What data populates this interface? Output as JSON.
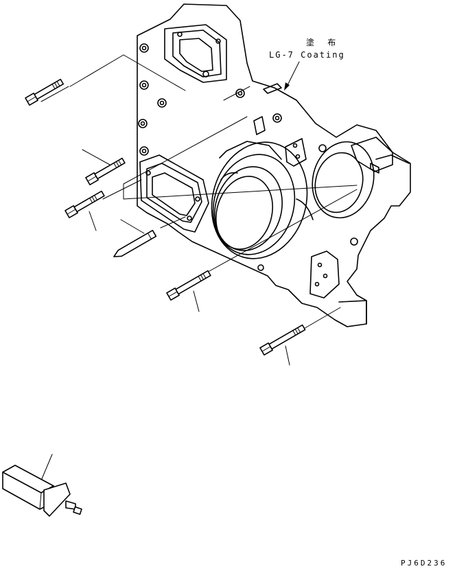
{
  "annotation": {
    "kanji": "塗 布",
    "coating": "LG-7 Coating"
  },
  "drawing_code": "PJ6D236",
  "icons": {
    "housing": "front-gear-cover-icon",
    "bolt": "hex-bolt-icon",
    "pin": "dowel-pin-icon",
    "tool": "installation-tool-icon",
    "arrow": "leader-arrow-icon"
  }
}
